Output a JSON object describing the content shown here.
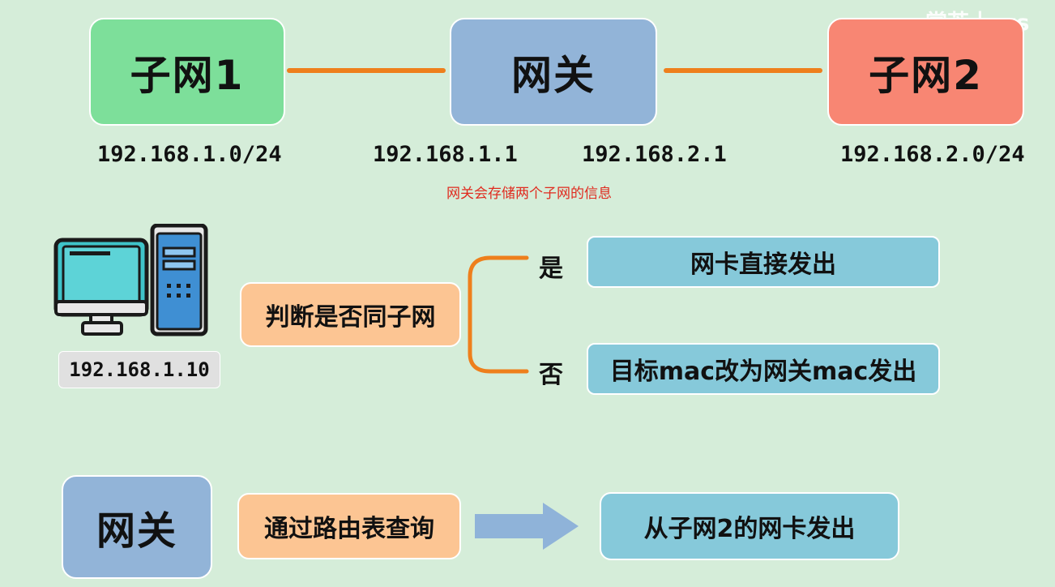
{
  "watermark": "掌芝士zzs",
  "top": {
    "subnet1": {
      "label": "子网1",
      "ip": "192.168.1.0/24",
      "color": "#7ddf9a"
    },
    "gateway": {
      "label": "网关",
      "ip_left": "192.168.1.1",
      "ip_right": "192.168.2.1",
      "color": "#92b4d8"
    },
    "subnet2": {
      "label": "子网2",
      "ip": "192.168.2.0/24",
      "color": "#f88673"
    },
    "note": "网关会存储两个子网的信息",
    "link_color": "#ee7f1c"
  },
  "middle": {
    "computer_ip": "192.168.1.10",
    "decision": "判断是否同子网",
    "yes_label": "是",
    "yes_action": "网卡直接发出",
    "no_label": "否",
    "no_action": "目标mac改为网关mac发出"
  },
  "bottom": {
    "gateway": "网关",
    "lookup": "通过路由表查询",
    "result": "从子网2的网卡发出"
  },
  "colors": {
    "orange_box": "#fcc593",
    "blue_box": "#86c9da",
    "ip_tag": "#e0e0e0",
    "arrow": "#8fb3d9"
  }
}
